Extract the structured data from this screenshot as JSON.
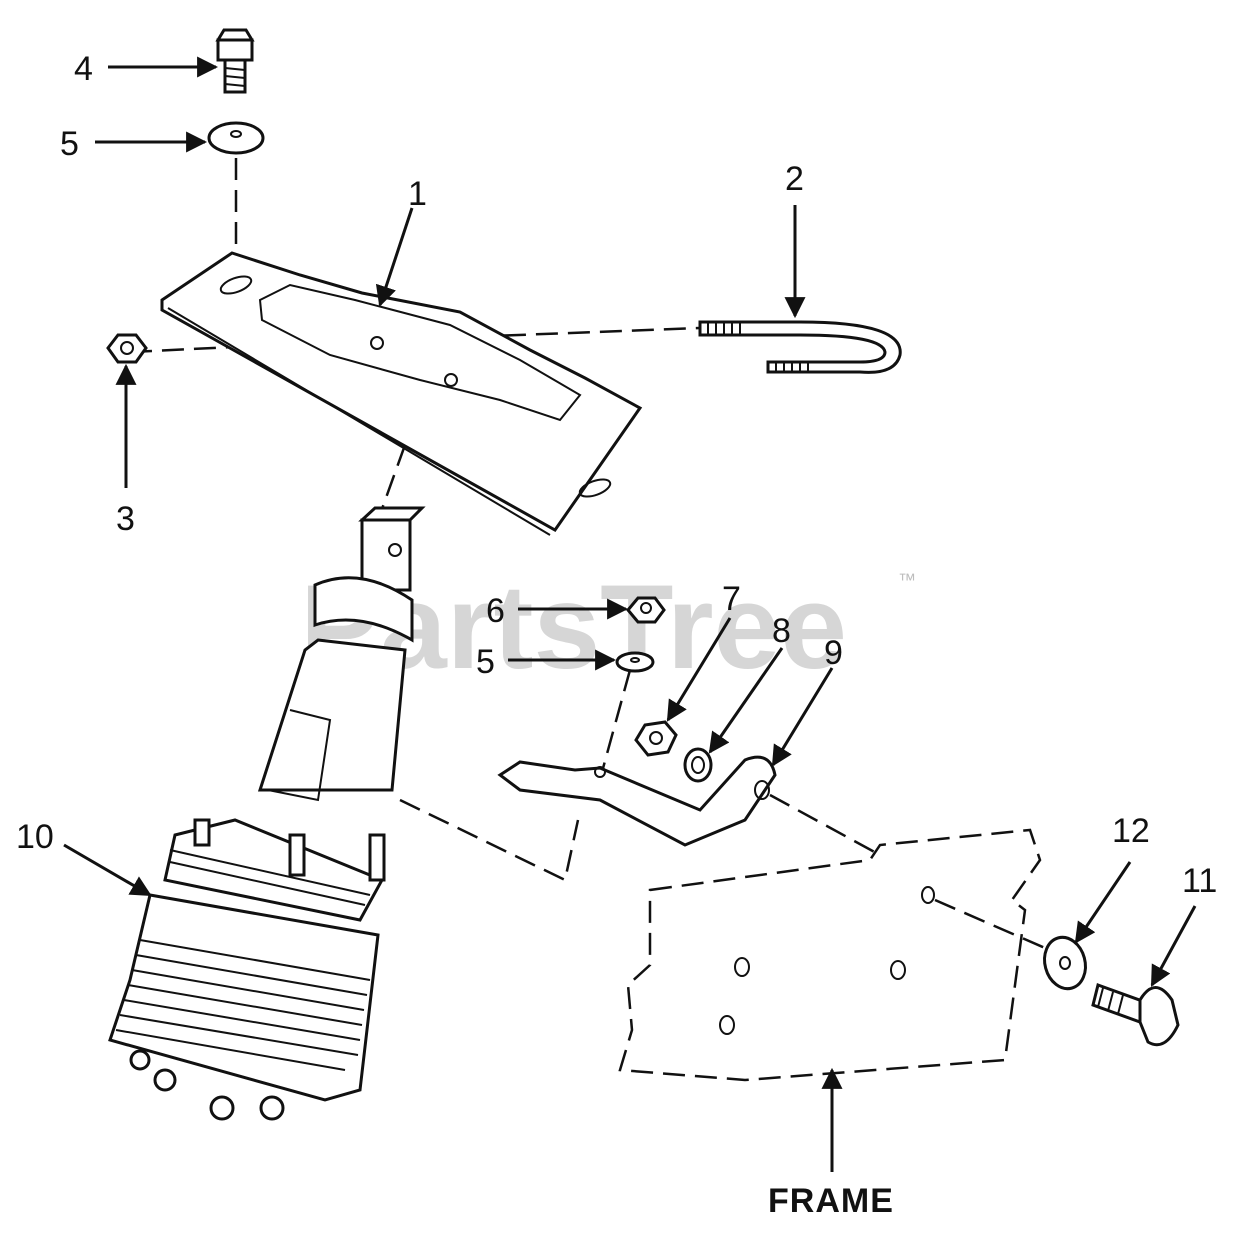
{
  "callouts": {
    "c1": "1",
    "c2": "2",
    "c3": "3",
    "c4": "4",
    "c5a": "5",
    "c5b": "5",
    "c6": "6",
    "c7": "7",
    "c8": "8",
    "c9": "9",
    "c10": "10",
    "c11": "11",
    "c12": "12"
  },
  "frame_label": "FRAME",
  "watermark": {
    "text": "PartsTree",
    "tm": "™"
  },
  "colors": {
    "ink": "#111111",
    "watermark": "#cfcfcf",
    "background": "#ffffff"
  }
}
